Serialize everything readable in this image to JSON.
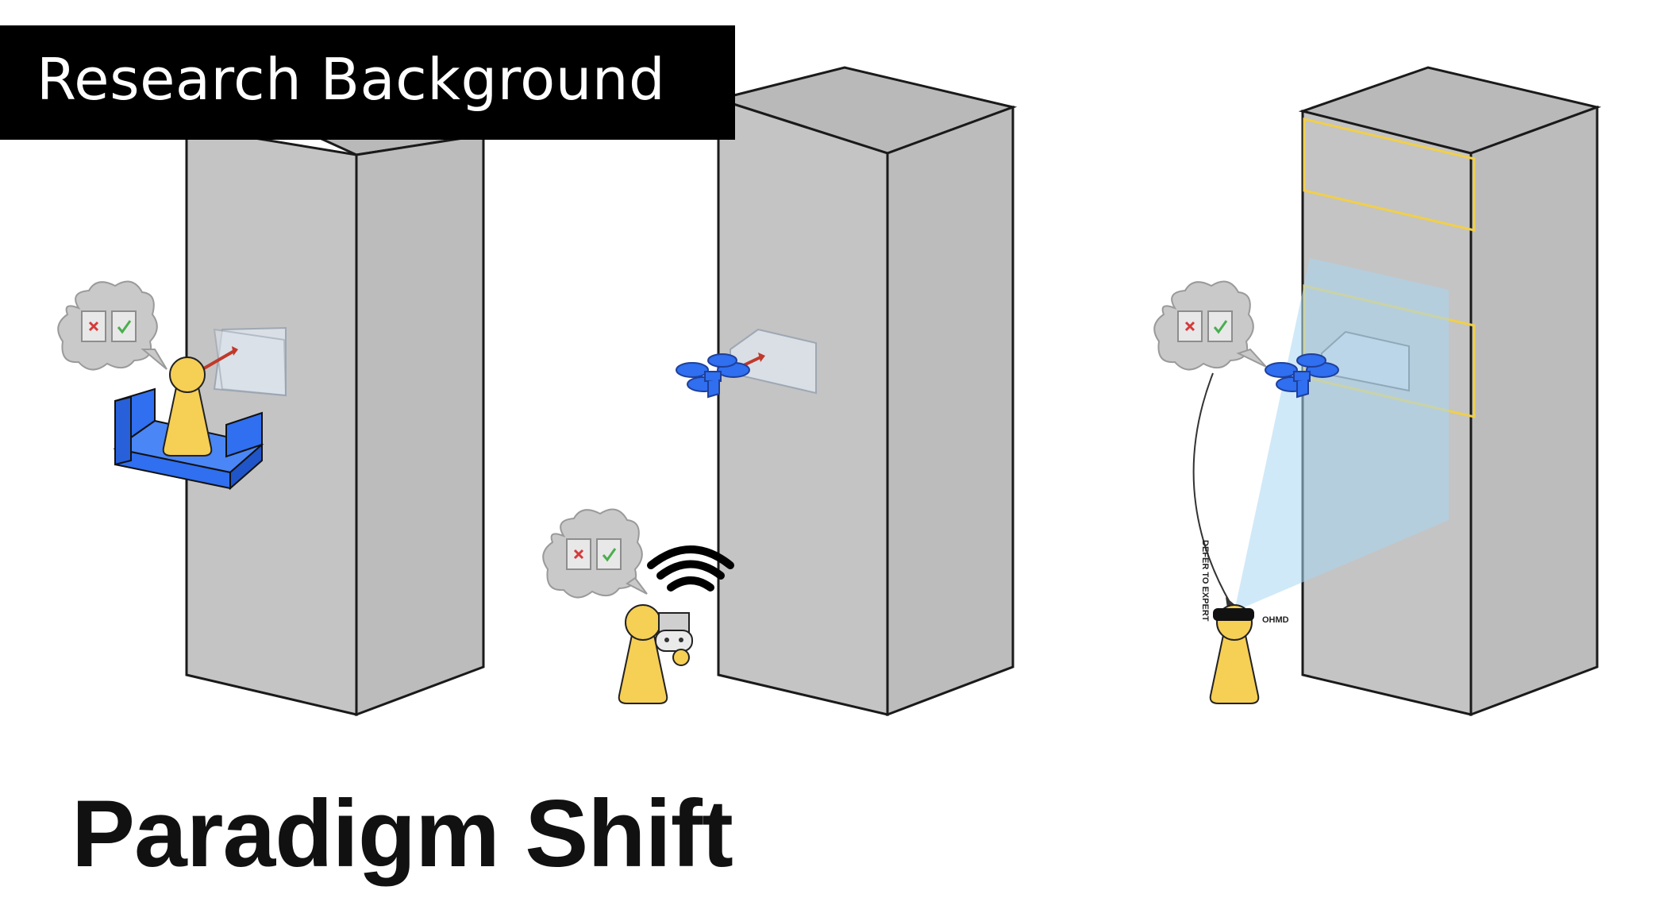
{
  "header": {
    "title": "Research Background"
  },
  "caption": {
    "text": "Paradigm Shift"
  },
  "labels": {
    "defer": "DEFER TO EXPERT",
    "ohmd": "OHMD"
  },
  "colors": {
    "banner_bg": "#000000",
    "banner_text": "#ffffff",
    "building_front": "#c4c4c4",
    "building_side": "#bdbdbd",
    "building_top": "#b9b9b9",
    "outline": "#1a1a1a",
    "platform_blue": "#2f6ff0",
    "drone_blue": "#2f6ff0",
    "person_yellow": "#f6cf55",
    "highlight_yellow": "#f1cf4a",
    "view_cone": "#a9d7f2",
    "arrow_red": "#c0392b"
  },
  "icons": [
    "building-icon",
    "person-icon",
    "work-platform-icon",
    "drone-icon",
    "thought-bubble-icon",
    "wifi-icon",
    "gamepad-icon",
    "headset-icon"
  ]
}
